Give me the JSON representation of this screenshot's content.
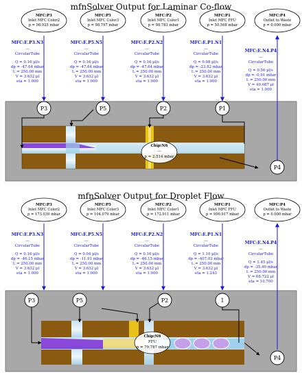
{
  "colors": {
    "edge_blue": "#1515e6",
    "panel_grey": "#a8a8a8",
    "chip_brown": "#8a5a10",
    "channel_light": "#b8d8e8",
    "purple": "#7a2bd6",
    "yellow": "#e8c21a"
  },
  "panel1": {
    "title": "mfnSolver Output for Laminar Co-flow",
    "nodes": [
      {
        "id": "P3",
        "label": "MFC:P3",
        "desc": "Inlet MFC Color2",
        "p": "p = 98.925 mbar"
      },
      {
        "id": "P5",
        "label": "MFC:P5",
        "desc": "Inlet MFC Color3",
        "p": "p = 98.797 mbar"
      },
      {
        "id": "P2",
        "label": "MFC:P2",
        "desc": "Inlet MFC Color1",
        "p": "p = 98.783 mbar"
      },
      {
        "id": "P1",
        "label": "MFC:P1",
        "desc": "Inlet MFC FFU",
        "p": "p = 50.568 mbar"
      },
      {
        "id": "P4",
        "label": "MFC:P4",
        "desc": "Outlet to Waste",
        "p": "p = 0.000 mbar"
      }
    ],
    "edges": [
      {
        "name": "MFC:E.P3.N3",
        "sep": "---",
        "type": "CircularTube",
        "q": "Q = 0.16 µl/s",
        "dp": "dp = -47.64 mbar",
        "l": "L = 250.00 mm",
        "v": "V = 3.632 µl",
        "eta": "eta = 1.000"
      },
      {
        "name": "MFC:E.P5.N5",
        "sep": "---",
        "type": "CircularTube",
        "q": "Q = 0.16 µl/s",
        "dp": "dp = -47.64 mbar",
        "l": "L = 250.00 mm",
        "v": "V = 3.632 µl",
        "eta": "eta = 1.000"
      },
      {
        "name": "MFC:E.P2.N2",
        "sep": "---",
        "type": "CircularTube",
        "q": "Q = 0.16 µl/s",
        "dp": "dp = -47.64 mbar",
        "l": "L = 250.00 mm",
        "v": "V = 3.632 µl",
        "eta": "eta = 1.000"
      },
      {
        "name": "MFC:E.P1.N1",
        "sep": "---",
        "type": "CircularTube",
        "q": "Q = 0.08 µl/s",
        "dp": "dp = -23.82 mbar",
        "l": "L = 250.00 mm",
        "v": "V = 3.632 µl",
        "eta": "eta = 1.000"
      },
      {
        "name": "MFC:E.N4.P4",
        "sep": "---",
        "type": "CircularTube",
        "q": "Q = 0.56 µl/s",
        "dp": "dp = -0.91 mbar",
        "l": "L = 250.00 mm",
        "v": "V = 49.087 µl",
        "eta": "eta = 1.000"
      }
    ],
    "circles": [
      "P3",
      "P5",
      "P2",
      "P1",
      "P4"
    ],
    "chip": {
      "name": "Chip:N6",
      "sep": "---",
      "p": "p = 2.514 mbar"
    }
  },
  "panel2": {
    "title": "mfnSolver Output for Droplet Flow",
    "nodes": [
      {
        "id": "P3",
        "label": "MFC:P3",
        "desc": "Inlet MFC Color2",
        "p": "p = 173.039 mbar"
      },
      {
        "id": "P5",
        "label": "MFC:P5",
        "desc": "Inlet MFC Color3",
        "p": "p = 104.079 mbar"
      },
      {
        "id": "P2",
        "label": "MFC:P2",
        "desc": "Inlet MFC Color1",
        "p": "p = 172.911 mbar"
      },
      {
        "id": "P1",
        "label": "MFC:P1",
        "desc": "Inlet MFC FFU",
        "p": "p = 990.917 mbar"
      },
      {
        "id": "P4",
        "label": "MFC:P4",
        "desc": "Outlet to Waste",
        "p": "p = 0.000 mbar"
      }
    ],
    "edges": [
      {
        "name": "MFC:E.P3.N3",
        "sep": "---",
        "type": "CircularTube",
        "q": "Q = 0.16 µl/s",
        "dp": "dp = -46.15 mbar",
        "l": "L = 250.00 mm",
        "v": "V = 3.632 µl",
        "eta": "eta = 1.000"
      },
      {
        "name": "MFC:E.P5.N5",
        "sep": "---",
        "type": "CircularTube",
        "q": "Q = 0.04 µl/s",
        "dp": "dp = -11.91 mbar",
        "l": "L = 250.00 mm",
        "v": "V = 3.632 µl",
        "eta": "eta = 1.000"
      },
      {
        "name": "MFC:E.P2.N2",
        "sep": "---",
        "type": "CircularTube",
        "q": "Q = 0.16 µl/s",
        "dp": "dp = -46.15 mbar",
        "l": "L = 250.00 mm",
        "v": "V = 3.632 µl",
        "eta": "eta = 1.000"
      },
      {
        "name": "MFC:E.P1.N1",
        "sep": "---",
        "type": "CircularTube",
        "q": "Q = 1.10 µl/s",
        "dp": "dp = -407.03 mbar",
        "l": "L = 250.00 mm",
        "v": "V = 3.632 µl",
        "eta": "eta = 1.243"
      },
      {
        "name": "MFC:E.N4.P4",
        "sep": "---",
        "type": "CircularTube",
        "q": "Q = 1.45 µl/s",
        "dp": "dp = -35.40 mbar",
        "l": "L = 250.00 mm",
        "v": "V = 68.722 µl",
        "eta": "eta = 10.700"
      }
    ],
    "circles": [
      "P3",
      "P5",
      "P2",
      "1",
      "P4"
    ],
    "chip": {
      "name": "Chip:N6",
      "sep": "FFU",
      "p": "p = 79.787 mbar"
    }
  }
}
